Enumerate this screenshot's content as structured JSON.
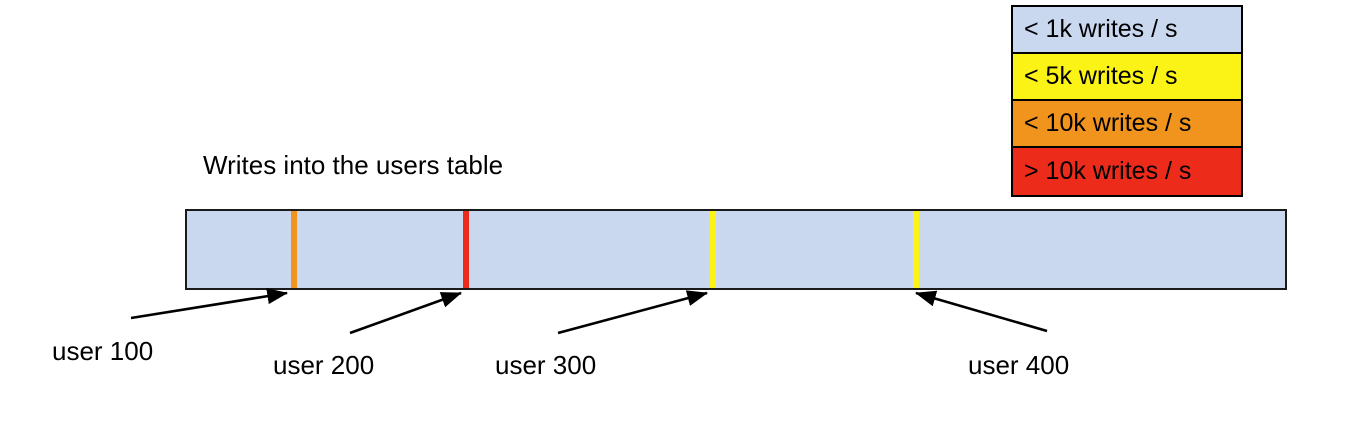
{
  "chart_data": {
    "type": "bar",
    "title": "Writes into the users table",
    "xlabel": "",
    "ylabel": "",
    "description": "Horizontal range bar representing the users table keyspace, shaded by write rate, with hotspot stripes marked at specific user rows.",
    "bar": {
      "background_label": "< 1k writes / s",
      "background_color": "#c9d8ef",
      "border_color": "#1a1a1a"
    },
    "markers": [
      {
        "label": "user 100",
        "tier": "< 10k writes / s",
        "color": "#f0941e",
        "x_frac": 0.0953
      },
      {
        "label": "user 200",
        "tier": "> 10k writes / s",
        "color": "#ec2b1a",
        "x_frac": 0.2523
      },
      {
        "label": "user 300",
        "tier": "< 5k writes / s",
        "color": "#fbf315",
        "x_frac": 0.4759
      },
      {
        "label": "user 400",
        "tier": "< 5k writes / s",
        "color": "#fbf315",
        "x_frac": 0.6606
      }
    ],
    "legend": {
      "position": "top-right",
      "entries": [
        {
          "label": "< 1k writes / s",
          "color": "#c9d8ef"
        },
        {
          "label": "< 5k writes / s",
          "color": "#fbf315"
        },
        {
          "label": "< 10k writes / s",
          "color": "#f0941e"
        },
        {
          "label": "> 10k writes / s",
          "color": "#ec2b1a"
        }
      ]
    }
  },
  "legend": {
    "entries": [
      {
        "label": "< 1k writes / s"
      },
      {
        "label": "< 5k writes / s"
      },
      {
        "label": "< 10k writes / s"
      },
      {
        "label": "> 10k writes / s"
      }
    ]
  },
  "chart": {
    "title": "Writes into the users table"
  },
  "labels": {
    "user_100": "user 100",
    "user_200": "user 200",
    "user_300": "user 300",
    "user_400": "user 400"
  }
}
